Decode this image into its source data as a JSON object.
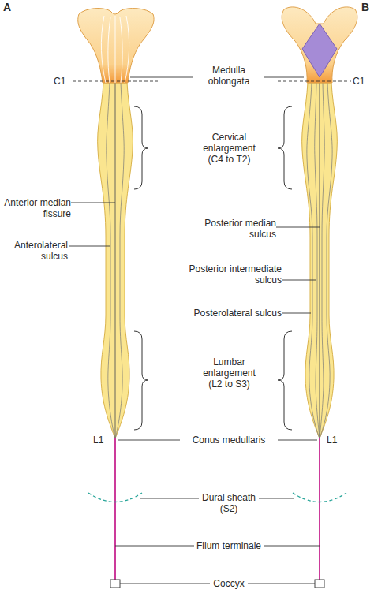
{
  "diagram": {
    "labels": [
      "A",
      "B",
      "Medulla oblongata",
      "C1",
      "C1",
      "Cervical enlargement (C4 to T2)",
      "Anterior median fissure",
      "Posterior median sulcus",
      "Anterolateral sulcus",
      "Posterior intermediate sulcus",
      "Posterolateral sulcus",
      "Lumbar enlargement (L2 to S3)",
      "L1",
      "Conus medullaris",
      "L1",
      "Dural sheath (S2)",
      "Filum terminale",
      "Coccyx"
    ]
  }
}
